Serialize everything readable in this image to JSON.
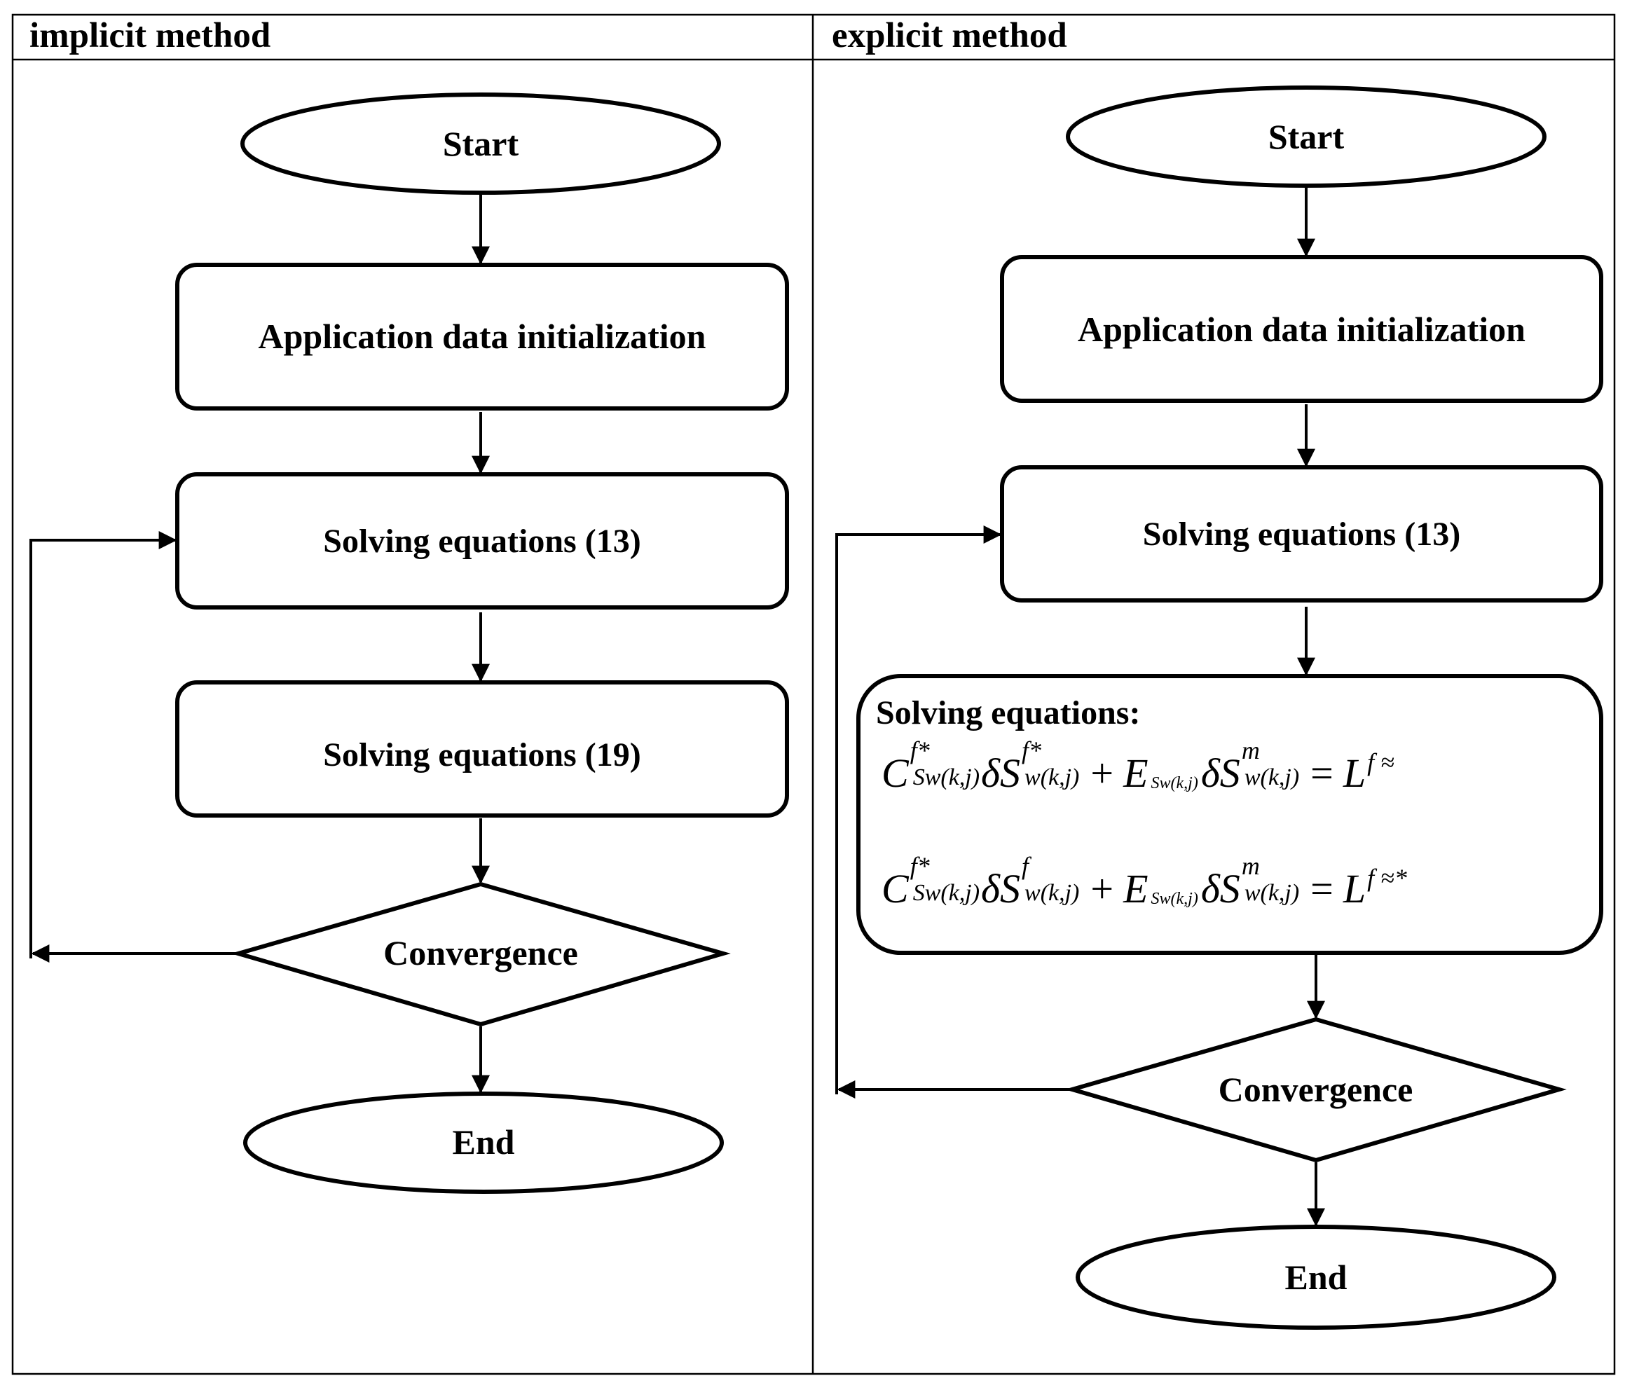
{
  "panels": {
    "implicit": {
      "header": "implicit method",
      "start": "Start",
      "init": "Application data initialization",
      "solve13": "Solving equations (13)",
      "solve19": "Solving equations (19)",
      "convergence": "Convergence",
      "end": "End"
    },
    "explicit": {
      "header": "explicit method",
      "start": "Start",
      "init": "Application data initialization",
      "solve13": "Solving equations (13)",
      "solve_title": "Solving equations:",
      "convergence": "Convergence",
      "end": "End",
      "equations": [
        {
          "t1": "C",
          "t1_sup": "f*",
          "t1_sub": "Sw(k,j)",
          "t2": "δS",
          "t2_sup": "f*",
          "t2_sub": "w(k,j)",
          "plus": "+",
          "t3": "E",
          "t3_sub": "Sw(k,j)",
          "t4": "δS",
          "t4_sup": "m",
          "t4_sub": "w(k,j)",
          "eq": "=",
          "t5": "L",
          "t5_sup": "f ≈"
        },
        {
          "t1": "C",
          "t1_sup": "f*",
          "t1_sub": "Sw(k,j)",
          "t2": "δS",
          "t2_sup": "f",
          "t2_sub": "w(k,j)",
          "plus": "+",
          "t3": "E",
          "t3_sub": "Sw(k,j)",
          "t4": "δS",
          "t4_sup": "m",
          "t4_sub": "w(k,j)",
          "eq": "=",
          "t5": "L",
          "t5_sup": "f ≈*"
        }
      ]
    }
  }
}
